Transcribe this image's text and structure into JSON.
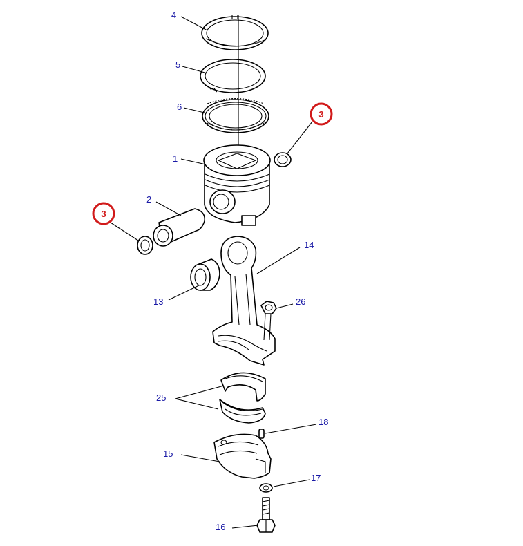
{
  "diagram": {
    "labels": {
      "piston": "1",
      "piston_pin": "2",
      "retainer_right": "3",
      "retainer_left": "3",
      "top_ring": "4",
      "second_ring": "5",
      "oil_ring": "6",
      "pin_bushing": "13",
      "connecting_rod": "14",
      "rod_cap": "15",
      "cap_bolt": "16",
      "washer": "17",
      "dowel_pin": "18",
      "bearing_shells": "25",
      "nut": "26"
    },
    "colors": {
      "label": "#1a1aa6",
      "callout": "#d11a1a",
      "line": "#000000"
    }
  }
}
